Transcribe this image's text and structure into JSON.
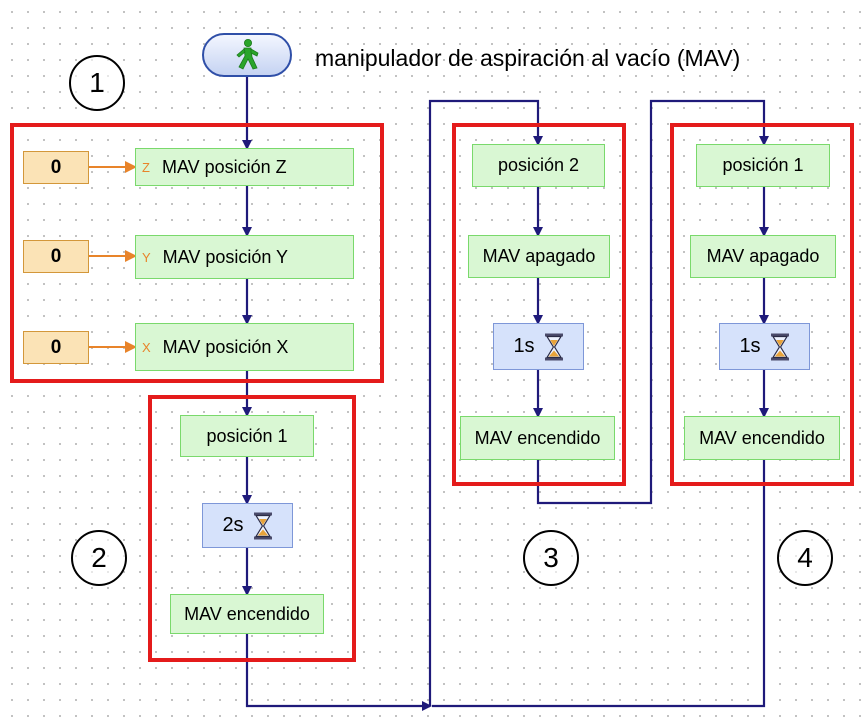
{
  "title": "manipulador de aspiración al vacío (MAV)",
  "start_icon": "walking-man-icon",
  "group_numbers": [
    "1",
    "2",
    "3",
    "4"
  ],
  "group1": {
    "blocks": [
      {
        "label": "MAV posición Z",
        "port": "Z",
        "const": "0"
      },
      {
        "label": "MAV posición Y",
        "port": "Y",
        "const": "0"
      },
      {
        "label": "MAV posición X",
        "port": "X",
        "const": "0"
      }
    ]
  },
  "group2": {
    "move": "posición 1",
    "wait": "2s",
    "final": "MAV encendido"
  },
  "group3": {
    "move": "posición 2",
    "off": "MAV apagado",
    "wait": "1s",
    "on": "MAV encendido"
  },
  "group4": {
    "move": "posición 1",
    "off": "MAV apagado",
    "wait": "1s",
    "on": "MAV encendido"
  },
  "colors": {
    "wire": "#1f1a7a",
    "group_border": "#e41b1b",
    "block_fill": "#d9f7d3",
    "const_fill": "#fbe3b6",
    "wait_fill": "#d6e2fb",
    "const_wire": "#e8842a"
  }
}
